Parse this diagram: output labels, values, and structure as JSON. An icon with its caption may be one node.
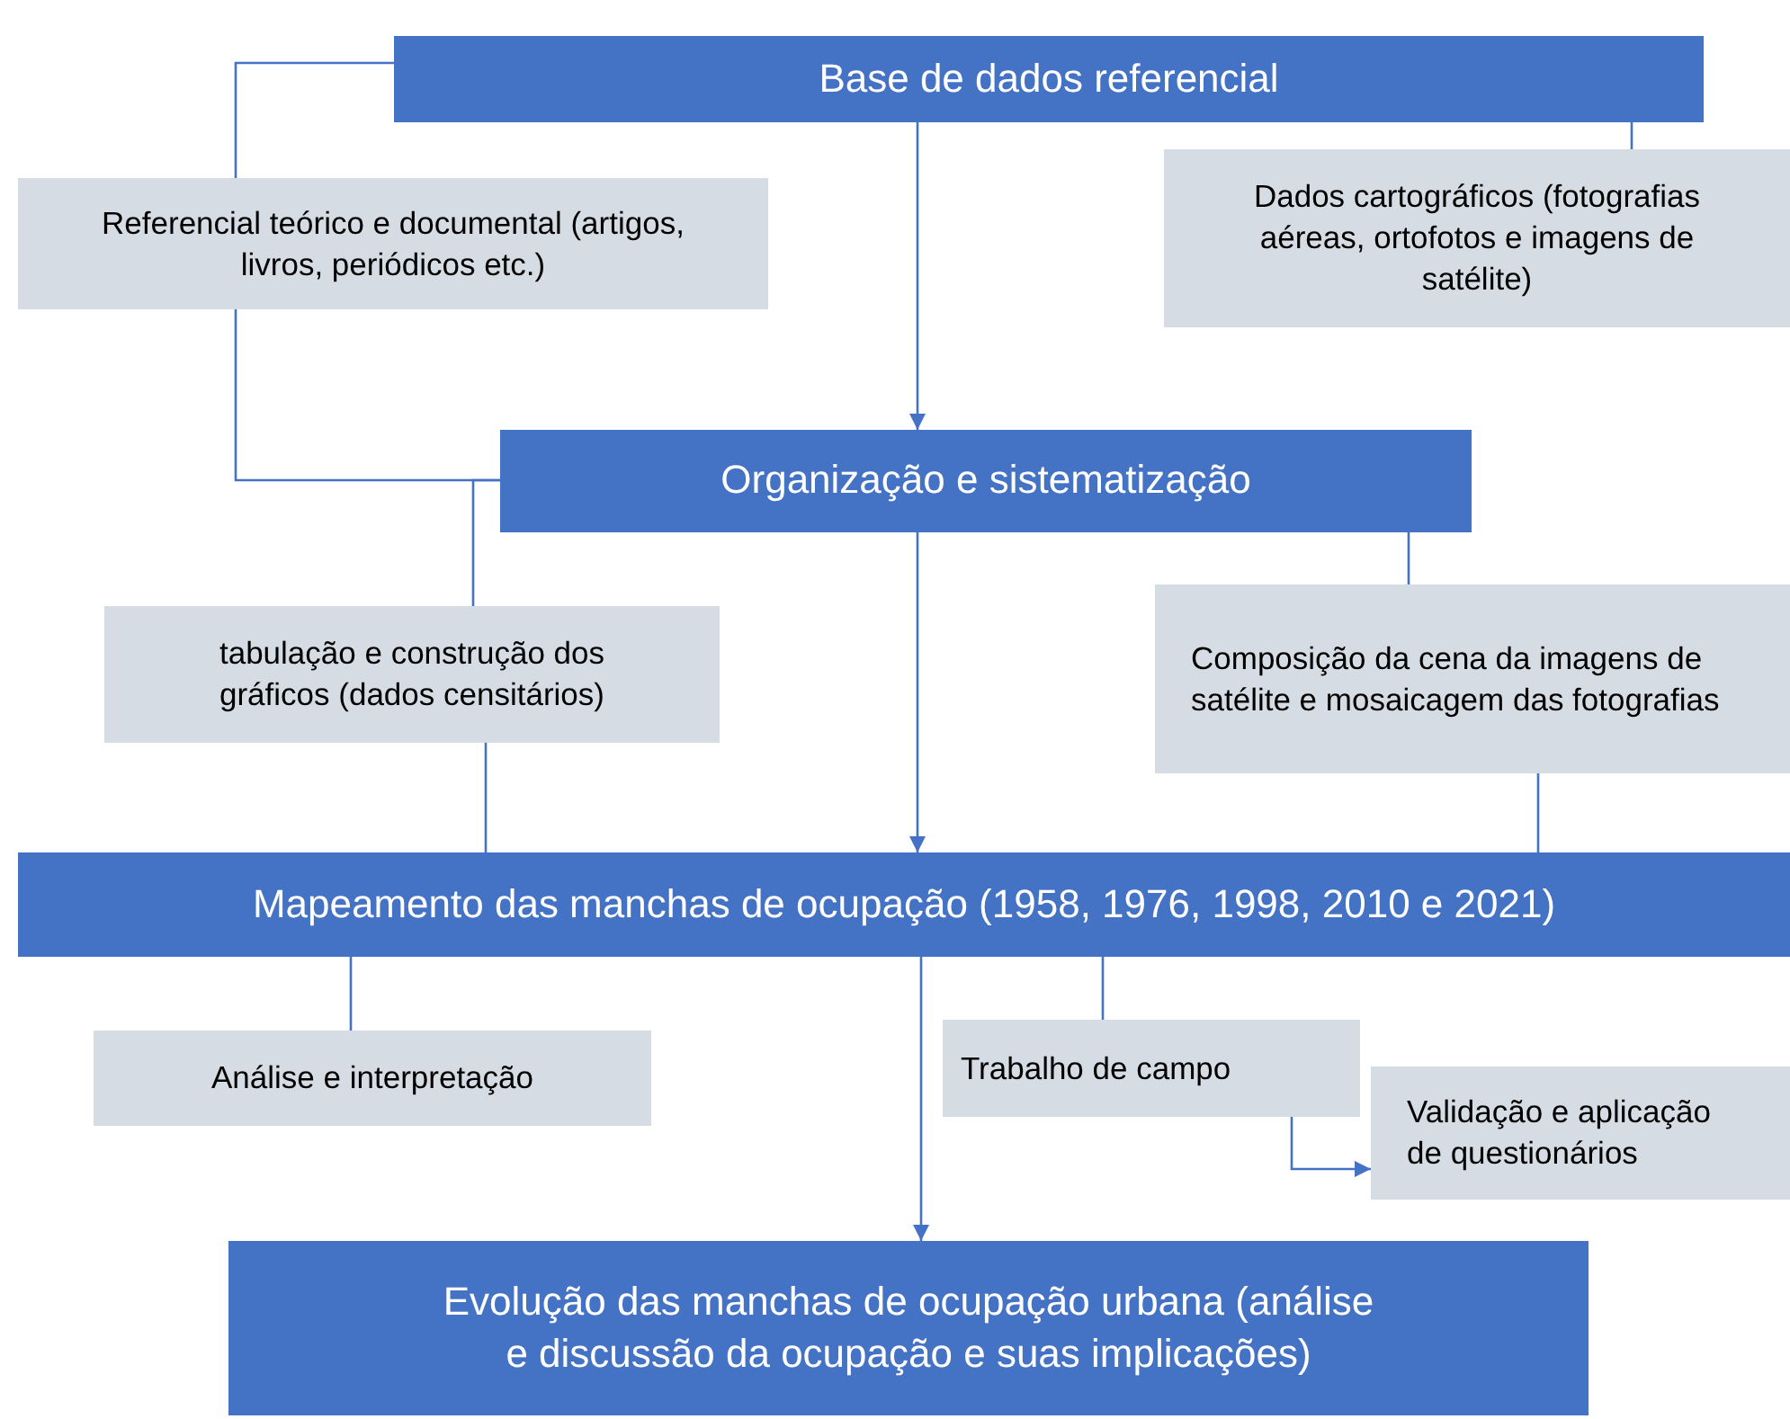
{
  "diagram": {
    "nodes": [
      {
        "text": [
          "Base de dados referencial"
        ]
      },
      {
        "text": [
          "Referencial teórico e documental (artigos, livros, periódicos etc.)"
        ]
      },
      {
        "text": [
          "Dados cartográficos (fotografias aéreas, ortofotos e imagens de satélite)"
        ]
      },
      {
        "text": [
          "Organização e sistematização"
        ]
      },
      {
        "text": [
          "tabulação e construção dos gráficos (dados censitários)"
        ]
      },
      {
        "text": [
          "Composição da cena da imagens de satélite e mosaicagem das fotografias"
        ]
      },
      {
        "text": [
          "Mapeamento das manchas de ocupação (1958, 1976, 1998, 2010 e 2021)"
        ]
      },
      {
        "text": [
          "Análise e interpretação"
        ]
      },
      {
        "text": [
          "Trabalho de campo"
        ]
      },
      {
        "text": [
          "Validação e aplicação de questionários"
        ]
      },
      {
        "text": [
          "Evolução das manchas de ocupação urbana (análise e discussão da ocupação e suas implicações)"
        ]
      }
    ],
    "edges": [
      {
        "from": 0,
        "to": 3,
        "arrow": "to"
      },
      {
        "from": 0,
        "to": 1,
        "arrow": "none"
      },
      {
        "from": 1,
        "to": 3,
        "arrow": "none"
      },
      {
        "from": 0,
        "to": 2,
        "arrow": "none"
      },
      {
        "from": 3,
        "to": 4,
        "arrow": "none"
      },
      {
        "from": 3,
        "to": 5,
        "arrow": "none"
      },
      {
        "from": 3,
        "to": 6,
        "arrow": "to"
      },
      {
        "from": 4,
        "to": 6,
        "arrow": "none"
      },
      {
        "from": 5,
        "to": 6,
        "arrow": "none"
      },
      {
        "from": 6,
        "to": 7,
        "arrow": "none"
      },
      {
        "from": 6,
        "to": 8,
        "arrow": "none"
      },
      {
        "from": 6,
        "to": 10,
        "arrow": "to"
      },
      {
        "from": 8,
        "to": 9,
        "arrow": "to"
      }
    ]
  }
}
